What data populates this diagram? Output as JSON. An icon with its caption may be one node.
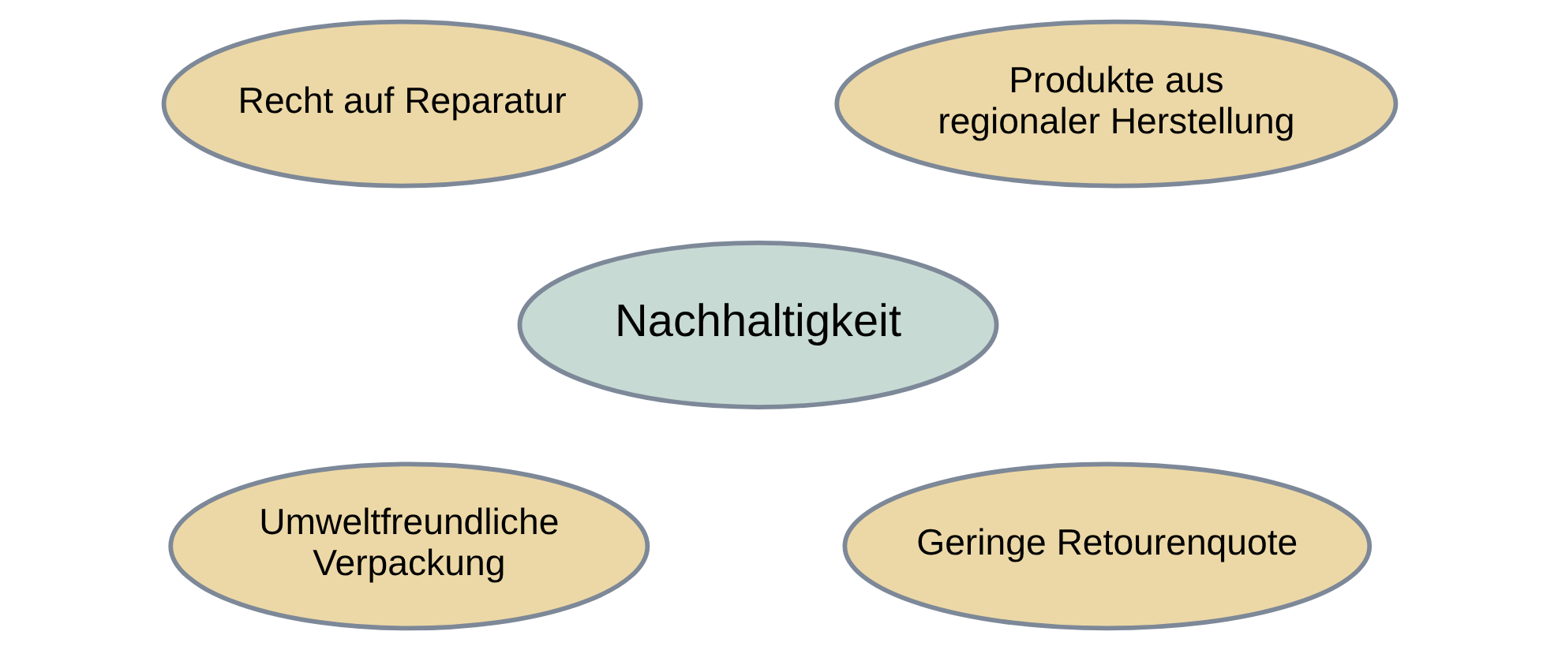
{
  "diagram": {
    "nodes": [
      {
        "text": [
          "Recht auf Reparatur"
        ]
      },
      {
        "text": [
          "Produkte aus regionaler Herstellung"
        ]
      },
      {
        "text": [
          "Nachhaltigkeit"
        ]
      },
      {
        "text": [
          "Umweltfreundliche Verpackung"
        ]
      },
      {
        "text": [
          "Geringe Retourenquote"
        ]
      }
    ]
  }
}
